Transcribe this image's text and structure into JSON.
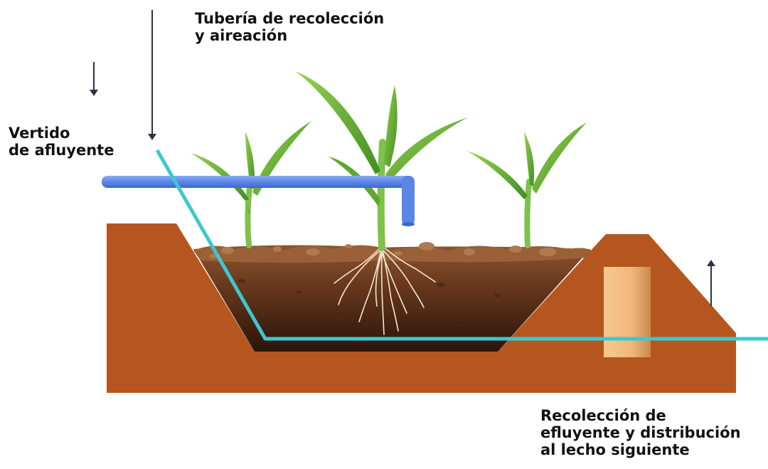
{
  "labels": {
    "pipe": {
      "line1": "Tubería de recolección",
      "line2": "y aireación"
    },
    "inflow": {
      "line1": "Vertido",
      "line2": "de afluyente"
    },
    "outflow": {
      "line1": "Recolección de",
      "line2": "efluyente y distribución",
      "line3": "al lecho siguiente"
    }
  },
  "colors": {
    "embankment": "#b5561f",
    "soil_dark": "#3a1e0e",
    "soil_mid": "#6b3a1e",
    "soil_top": "#8e5531",
    "pipe_blue": "#5b86e6",
    "flow_line": "#3cc8d0",
    "outlet_tube": "#f0b77a",
    "leaf_green": "#6db83a",
    "root": "#f3e7d0",
    "arrow": "#2d3340"
  },
  "icons": [
    "down-arrow-icon",
    "up-arrow-icon"
  ]
}
